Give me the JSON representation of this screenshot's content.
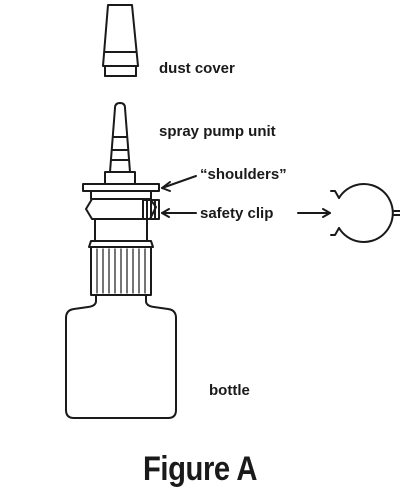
{
  "labels": {
    "dust_cover": "dust cover",
    "spray_pump_unit": "spray pump unit",
    "shoulders": "“shoulders”",
    "safety_clip": "safety clip",
    "bottle": "bottle"
  },
  "figure_title": "Figure A",
  "colors": {
    "line": "#1a1a1a",
    "background": "#ffffff"
  }
}
